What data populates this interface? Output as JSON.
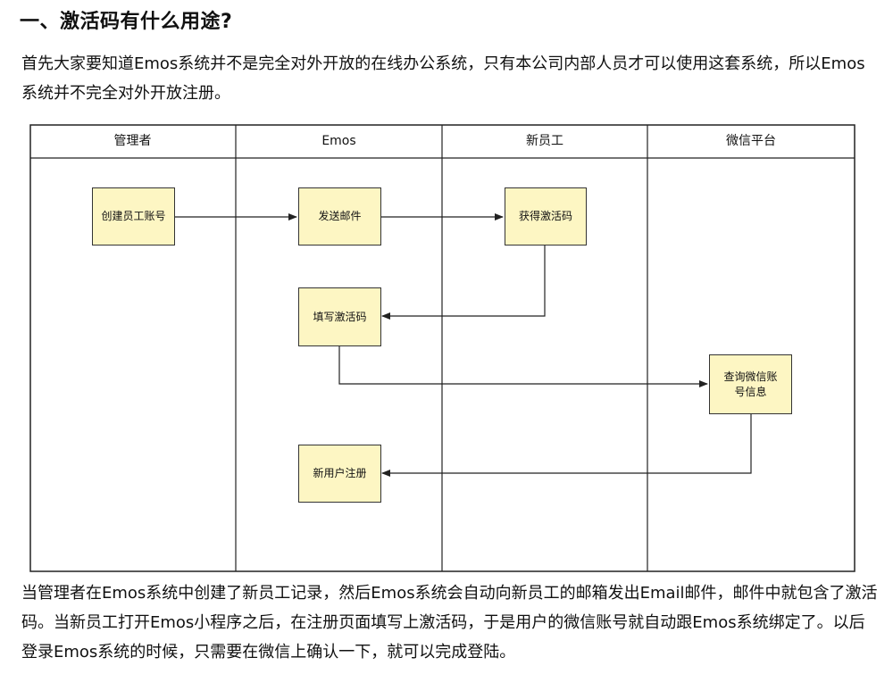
{
  "heading": "一、激活码有什么用途?",
  "intro": "首先大家要知道Emos系统并不是完全对外开放的在线办公系统，只有本公司内部人员才可以使用这套系统，所以Emos系统并不完全对外开放注册。",
  "diagram": {
    "lanes": [
      "管理者",
      "Emos",
      "新员工",
      "微信平台"
    ],
    "nodes": {
      "create_account": "创建员工账号",
      "send_email": "发送邮件",
      "get_code": "获得激活码",
      "fill_code": "填写激活码",
      "query_wechat": "查询微信账号信息",
      "register": "新用户注册"
    }
  },
  "summary": "当管理者在Emos系统中创建了新员工记录，然后Emos系统会自动向新员工的邮箱发出Email邮件，邮件中就包含了激活码。当新员工打开Emos小程序之后，在注册页面填写上激活码，于是用户的微信账号就自动跟Emos系统绑定了。以后登录Emos系统的时候，只需要在微信上确认一下，就可以完成登陆。"
}
